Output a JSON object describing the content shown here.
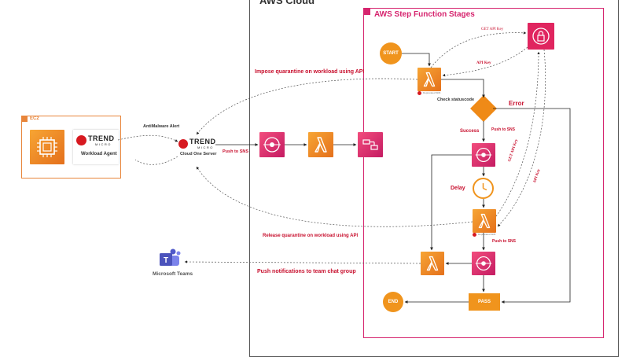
{
  "aws_cloud": {
    "title": "AWS Cloud"
  },
  "step_functions": {
    "title": "AWS Step Function Stages"
  },
  "ec2": {
    "label": "EC2",
    "agent_label": "Workload Agent"
  },
  "trend": {
    "brand": "TREND",
    "brand_sub": "MICRO",
    "server_label": "Cloud One Server"
  },
  "teams": {
    "label": "Microsoft Teams"
  },
  "flow": {
    "antimalware": "AntiMalware Alert",
    "push_sns_main": "Push to SNS",
    "impose": "Impose quarantine on workload using API",
    "release": "Release quarantine on workload using API",
    "push_notify": "Push notifications to team chat group",
    "get_api_key": "GET API Key",
    "api_key": "API Key",
    "check_status": "Check statuscode",
    "error": "Error",
    "success": "Success",
    "push_sns_1": "Push to SNS",
    "delay": "Delay",
    "push_sns_2": "Push to SNS",
    "get_api_key_2": "GET API Key",
    "api_key_2": "API Key",
    "start": "START",
    "end": "END",
    "pass": "PASS",
    "deprecated_1": "Deprecated SDK",
    "deprecated_2": "Deprecated SDK"
  },
  "colors": {
    "red": "#c8102e",
    "orange": "#ed7100",
    "pink": "#d6246e",
    "ec2_border": "#e8853a"
  }
}
